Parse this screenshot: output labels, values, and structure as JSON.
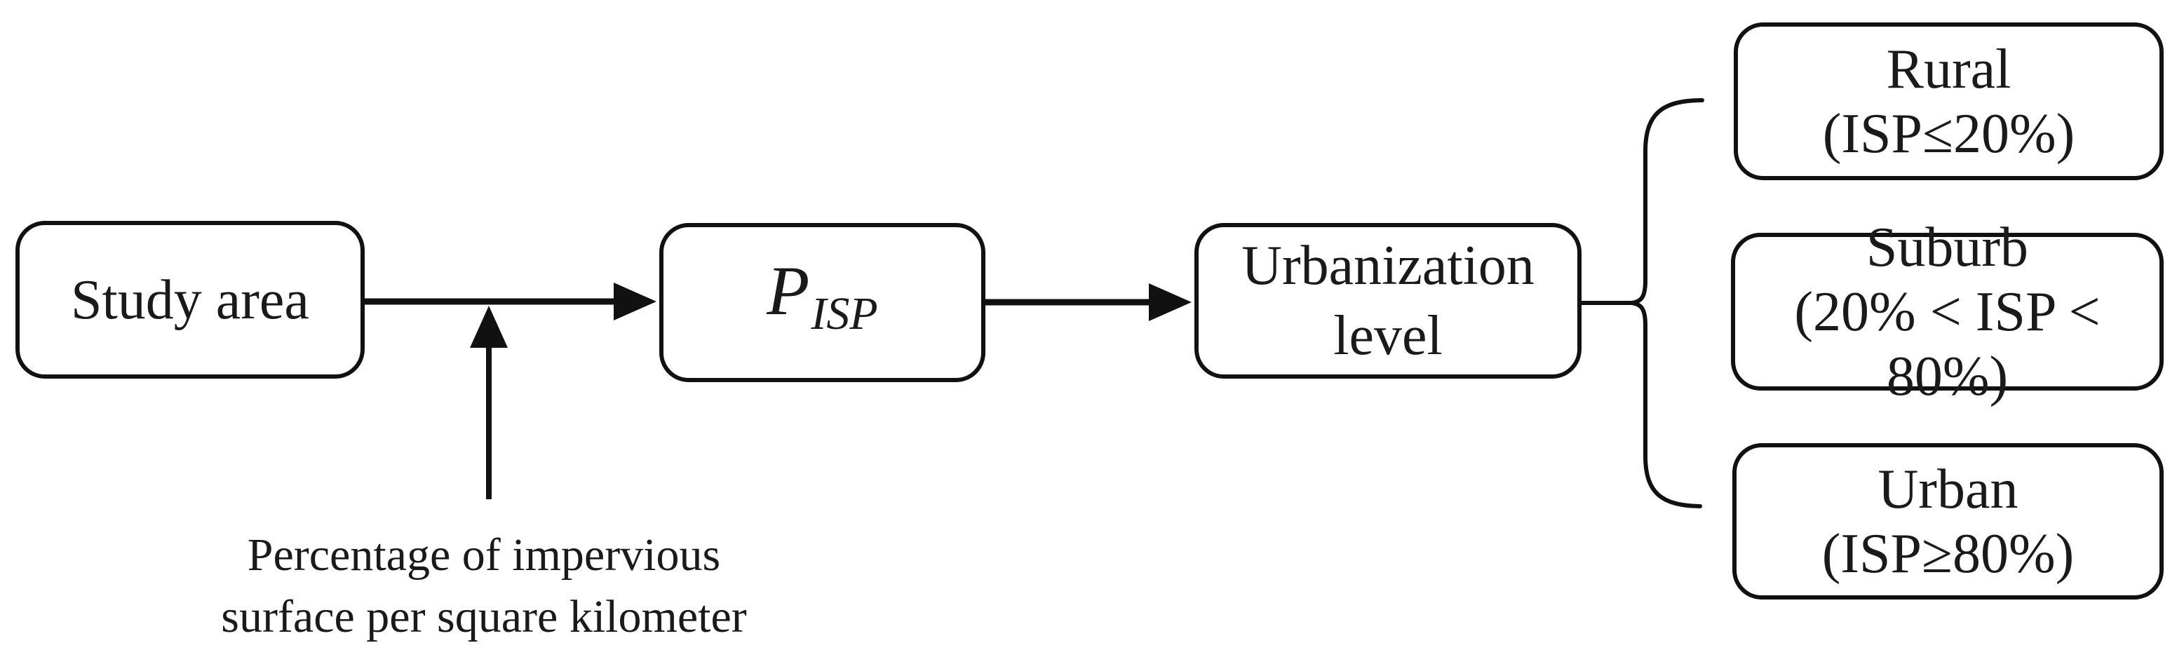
{
  "diagram": {
    "background": "#ffffff",
    "stroke_color": "#111111",
    "text_color": "#1a1a1a",
    "nodes": {
      "study_area": {
        "label": "Study area"
      },
      "pisp": {
        "symbol": "P",
        "subscript": "ISP"
      },
      "urbanization": {
        "line1": "Urbanization",
        "line2": "level"
      },
      "rural": {
        "line1": "Rural",
        "line2": "(ISP≤20%)"
      },
      "suburb": {
        "line1": "Suburb",
        "line2": "(20% < ISP <",
        "line3": "80%)"
      },
      "urban": {
        "line1": "Urban",
        "line2": "(ISP≥80%)"
      }
    },
    "caption": {
      "line1": "Percentage of impervious",
      "line2": "surface per square kilometer"
    }
  }
}
